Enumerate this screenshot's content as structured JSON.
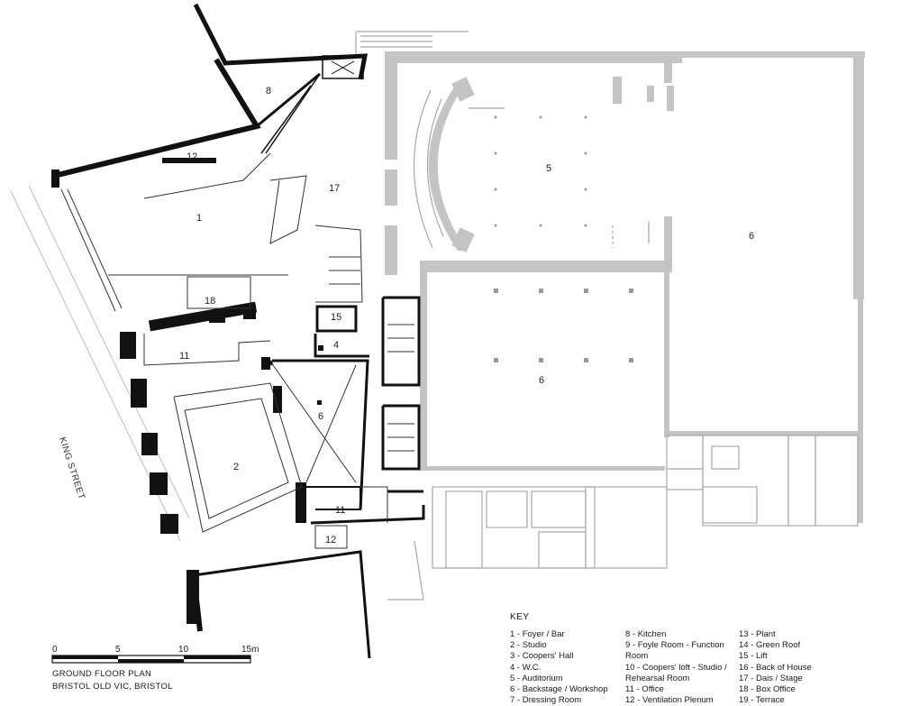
{
  "drawing": {
    "street_label": "KING STREET",
    "room_labels": {
      "r1": "1",
      "r2": "2",
      "r4": "4",
      "r5": "5",
      "r6a": "6",
      "r6b": "6",
      "r6c": "6",
      "r8": "8",
      "r11a": "11",
      "r11b": "11",
      "r12a": "12",
      "r12b": "12",
      "r15": "15",
      "r17": "17",
      "r18": "18"
    }
  },
  "scale_bar": {
    "ticks": [
      "0",
      "5",
      "10",
      "15m"
    ]
  },
  "caption": {
    "line1": "GROUND FLOOR PLAN",
    "line2": "BRISTOL OLD VIC, BRISTOL"
  },
  "key": {
    "title": "KEY",
    "columns": [
      [
        "1 - Foyer / Bar",
        "2 - Studio",
        "3 - Coopers' Hall",
        "4 - W.C.",
        "5 - Auditorium",
        "6 - Backstage / Workshop",
        "7 - Dressing Room"
      ],
      [
        "8 - Kitchen",
        "9 - Foyle Room - Function",
        "Room",
        "10 - Coopers' loft - Studio /",
        "Rehearsal Room",
        "11 - Office",
        "12 - Ventilation Plenum"
      ],
      [
        "13 - Plant",
        "14 - Green Roof",
        "15 - Lift",
        "16 - Back of House",
        "17 - Dais / Stage",
        "18 - Box Office",
        "19 - Terrace"
      ]
    ]
  },
  "colors": {
    "new_build_walls": "#111111",
    "existing_walls": "#c4c4c4",
    "thin_lines": "#9a9a9a"
  }
}
